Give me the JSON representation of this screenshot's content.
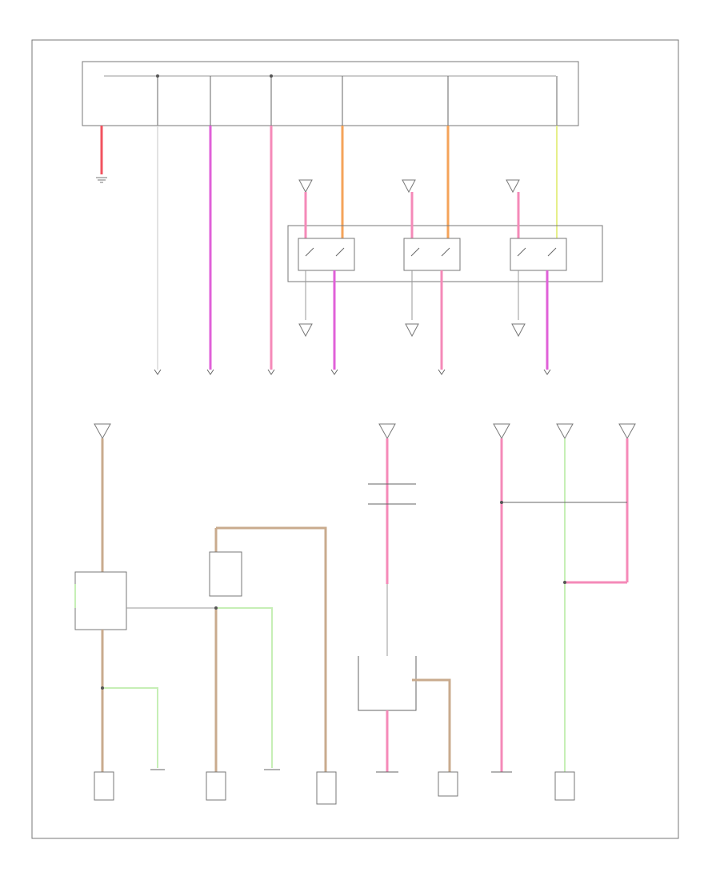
{
  "diagram": {
    "title": "",
    "footer_code": "",
    "bottom_label": "",
    "components": [
      {
        "id": "front-ptc-heater",
        "label": ""
      },
      {
        "id": "rear-ptc-heater",
        "label": ""
      },
      {
        "id": "heated-seat-switch",
        "label": ""
      },
      {
        "id": "fuel-door",
        "label": ""
      },
      {
        "id": "clock",
        "label": ""
      },
      {
        "id": "passenger-airbag-indicator",
        "label": ""
      }
    ]
  }
}
